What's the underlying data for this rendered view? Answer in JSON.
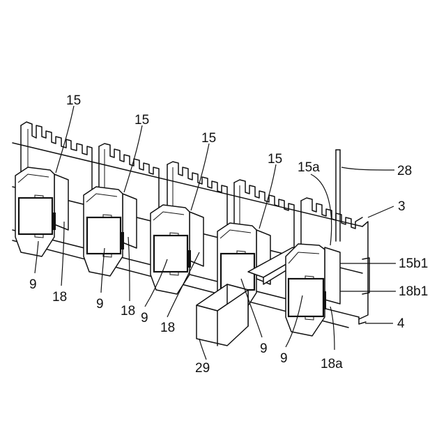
{
  "labels": {
    "l15_1": "15",
    "l15_2": "15",
    "l15_3": "15",
    "l15_4": "15",
    "l15a": "15a",
    "l28": "28",
    "l3": "3",
    "l15b1": "15b1",
    "l18b1": "18b1",
    "l4": "4",
    "l18a": "18a",
    "l29": "29",
    "l9_1": "9",
    "l9_2": "9",
    "l9_3": "9",
    "l9_4": "9",
    "l9_5": "9",
    "l18_1": "18",
    "l18_2": "18",
    "l18_3": "18"
  }
}
